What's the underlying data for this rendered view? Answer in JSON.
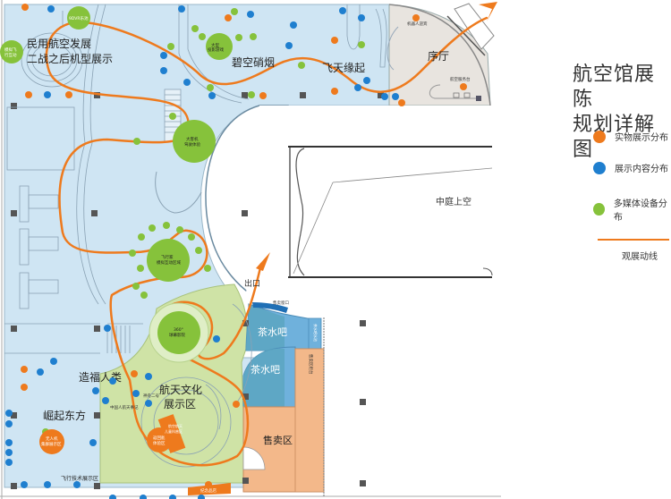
{
  "legend": {
    "title_line1": "航空馆展陈",
    "title_line2": "规划详解图",
    "items": [
      {
        "label": "实物展示分布",
        "color": "#ee7a1d"
      },
      {
        "label": "展示内容分布",
        "color": "#1f7fcf"
      },
      {
        "label": "多媒体设备分布",
        "color": "#86c23b"
      }
    ],
    "route_label": "观展动线",
    "route_color": "#ee7a1d"
  },
  "colors": {
    "exhibit_blue_bg": "#cfe5f3",
    "lobby_bg": "#e8e4df",
    "culture_green_bg": "#cfe3a6",
    "shop_orange_bg": "#f3b88a",
    "tea_blue_bg": "#6fb1dc",
    "tea_teal_bg": "#5aa5bf"
  },
  "zones": {
    "civil_aviation": "民用航空发展",
    "ww2_models": "二战之后机型展示",
    "bikong": "碧空硝烟",
    "feitian": "飞天缘起",
    "lobby": "序厅",
    "atrium": "中庭上空",
    "exit": "出口",
    "tea1": "茶水吧",
    "tea2": "茶水吧",
    "shop": "售卖区",
    "culture_line1": "航天文化",
    "culture_line2": "展示区",
    "zaofu": "造福人类",
    "jueqi": "崛起东方"
  },
  "media_circles": {
    "vr": "9DVR乐池",
    "sim_flight_l1": "模拟飞",
    "sim_flight_l2": "行互动",
    "bigscreen_l1": "大型",
    "bigscreen_l2": "投影游戏",
    "cockpit_l1": "大客机",
    "cockpit_l2": "驾驶体验",
    "flyhome_l1": "飞行家",
    "flyhome_l2": "模拟互动区域",
    "dome_l1": "360°",
    "dome_l2": "球幕影院"
  },
  "orange_circles": {
    "uav_l1": "无人机",
    "uav_l2": "集群展示区",
    "spacesuit_l1": "返回舱",
    "spacesuit_l2": "体验区",
    "kids_l1": "航空航天",
    "kids_l2": "儿童科普区",
    "gift": "纪念品店"
  },
  "labels": {
    "service_desk": "航空服务台",
    "robot": "机器人迎宾",
    "sales_window": "售卖窗口",
    "tea_counter": "茶水吧水池",
    "shop_counter": "售卖区柜台",
    "flight_sim": "飞行技术展示区",
    "shenzhou": "神舟二号",
    "china_space": "中国人航天事记"
  },
  "route_color": "#ee7a1d"
}
